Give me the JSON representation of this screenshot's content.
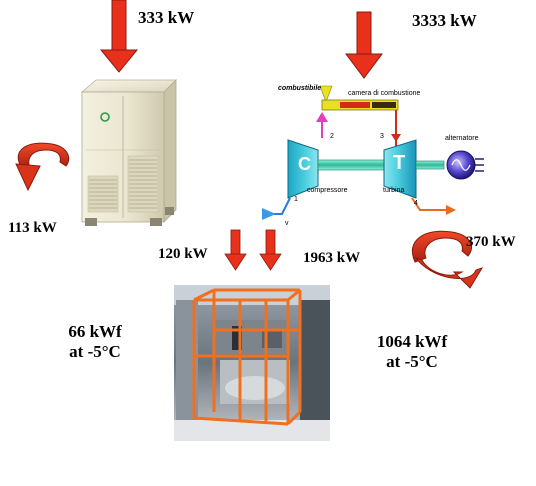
{
  "left_unit": {
    "input_power": "333 kW",
    "loss_power": "113 kW",
    "output_to_chiller": "120 kW",
    "cooling_line1": "66 kWf",
    "cooling_line2": "at -5°C"
  },
  "turbine": {
    "input_power": "3333 kW",
    "loss_power": "370 kW",
    "output_to_chiller": "1963 kW",
    "cooling_line1": "1064 kWf",
    "cooling_line2": "at -5°C",
    "labels": {
      "fuel": "combustibile",
      "combustion_chamber": "camera di combustione",
      "compressor": "compressore",
      "turbine": "turbina",
      "alternator": "alternatore",
      "compressor_letter": "C",
      "turbine_letter": "T",
      "point_1": "1",
      "point_2": "2",
      "point_3": "3",
      "point_4": "4",
      "point_air": "v"
    }
  },
  "colors": {
    "arrow_red": "#e8301a",
    "arrow_dark": "#8a1a0e",
    "compressor_cyan": "#27b8cf",
    "turbine_cyan": "#1fa6c8",
    "chamber_yellow": "#e8e021",
    "frame_orange": "#f07020"
  }
}
